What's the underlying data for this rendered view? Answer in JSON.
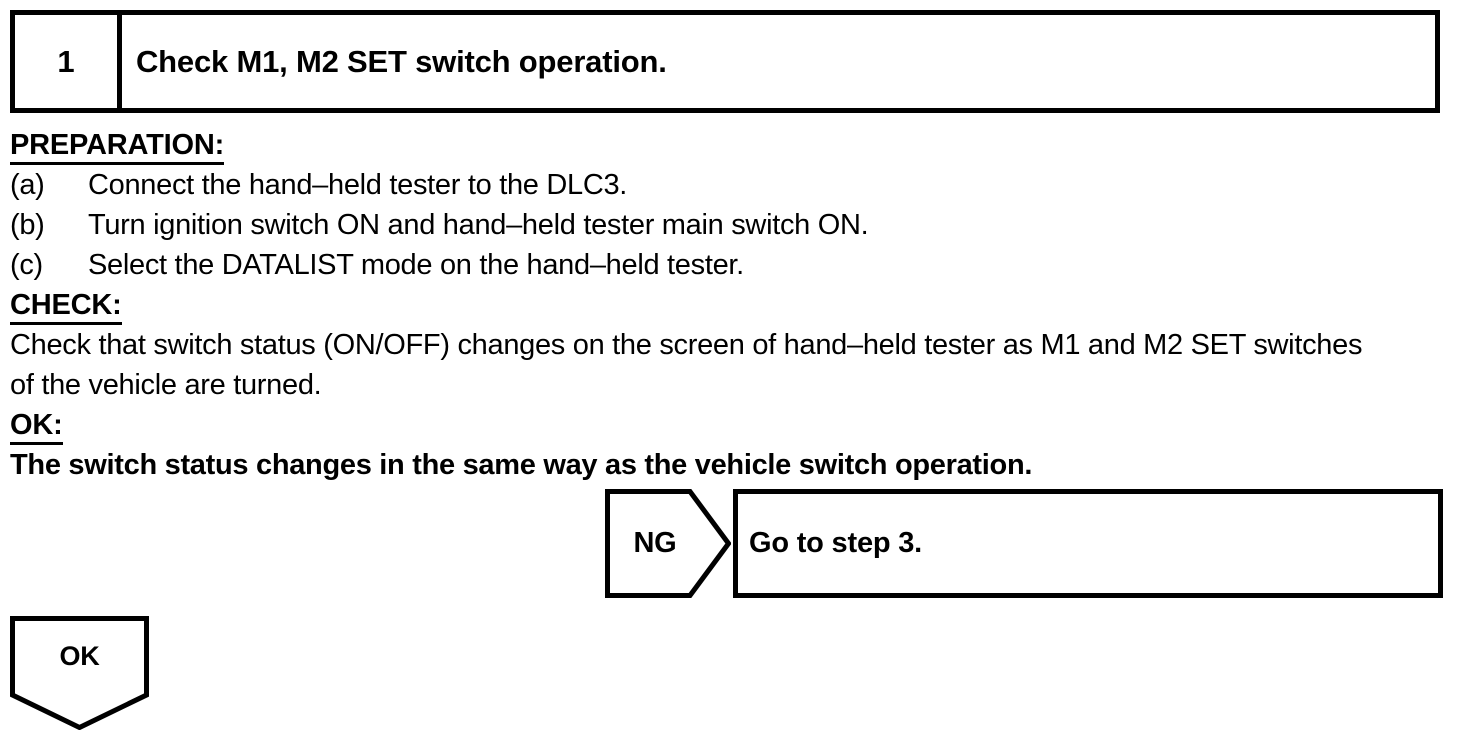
{
  "step": {
    "number": "1",
    "title": "Check M1, M2 SET switch operation."
  },
  "sections": {
    "preparation_heading": "PREPARATION:",
    "preparation_items": [
      {
        "marker": "(a)",
        "text": "Connect the hand–held tester to the DLC3."
      },
      {
        "marker": "(b)",
        "text": "Turn ignition switch ON and hand–held tester main switch ON."
      },
      {
        "marker": "(c)",
        "text": "Select the DATALIST mode on the hand–held tester."
      }
    ],
    "check_heading": "CHECK:",
    "check_text_line1": "Check that switch status (ON/OFF) changes on the screen of hand–held tester as M1 and M2 SET switches",
    "check_text_line2": "of the vehicle are turned.",
    "ok_heading": "OK:",
    "ok_text": "The switch status changes in the same way as the vehicle switch operation."
  },
  "branches": {
    "ng_label": "NG",
    "ng_target": "Go to step 3.",
    "ok_label": "OK"
  },
  "colors": {
    "ink": "#000000",
    "paper": "#ffffff"
  }
}
